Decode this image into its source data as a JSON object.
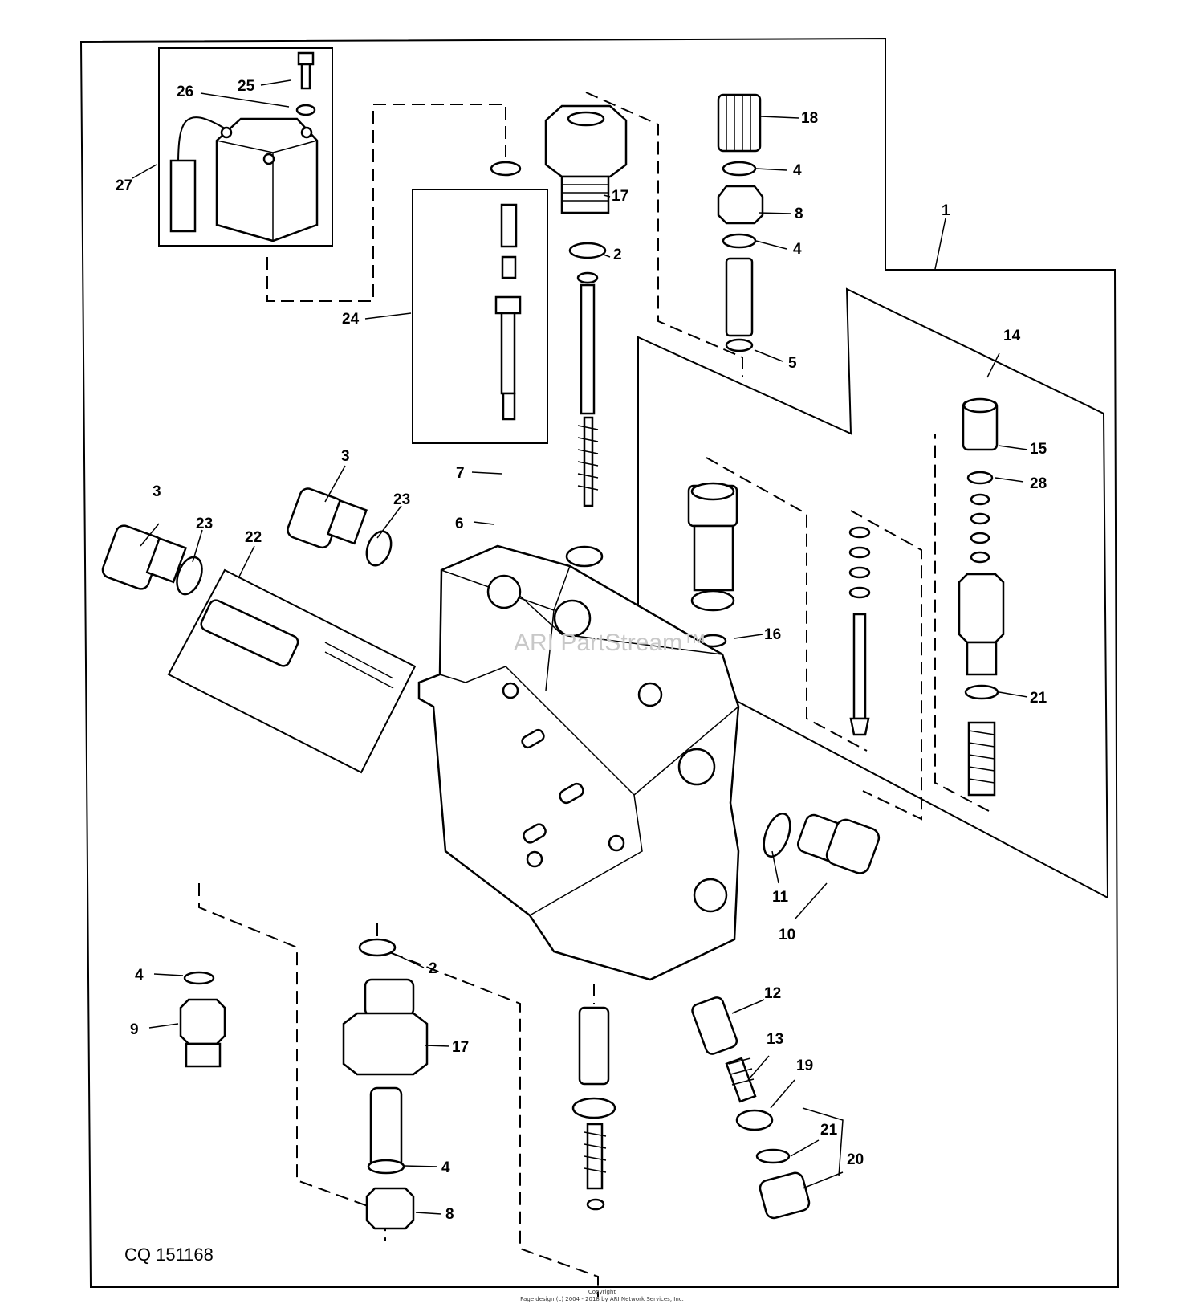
{
  "diagram": {
    "reference": "CQ 151168",
    "watermark": "ARI PartStream™",
    "footer": {
      "line1": "Copyright",
      "line2": "Page design (c) 2004 - 2018 by ARI Network Services, Inc."
    },
    "callouts": {
      "c1": "1",
      "c2a": "2",
      "c2b": "2",
      "c3a": "3",
      "c3b": "3",
      "c4a": "4",
      "c4b": "4",
      "c4c": "4",
      "c4d": "4",
      "c5": "5",
      "c6": "6",
      "c7": "7",
      "c8a": "8",
      "c8b": "8",
      "c9": "9",
      "c10": "10",
      "c11": "11",
      "c12": "12",
      "c13": "13",
      "c14": "14",
      "c15": "15",
      "c16": "16",
      "c17a": "17",
      "c17b": "17",
      "c18": "18",
      "c19": "19",
      "c20": "20",
      "c21a": "21",
      "c21b": "21",
      "c22": "22",
      "c23a": "23",
      "c23b": "23",
      "c24": "24",
      "c25": "25",
      "c26": "26",
      "c27": "27",
      "c28": "28"
    }
  }
}
